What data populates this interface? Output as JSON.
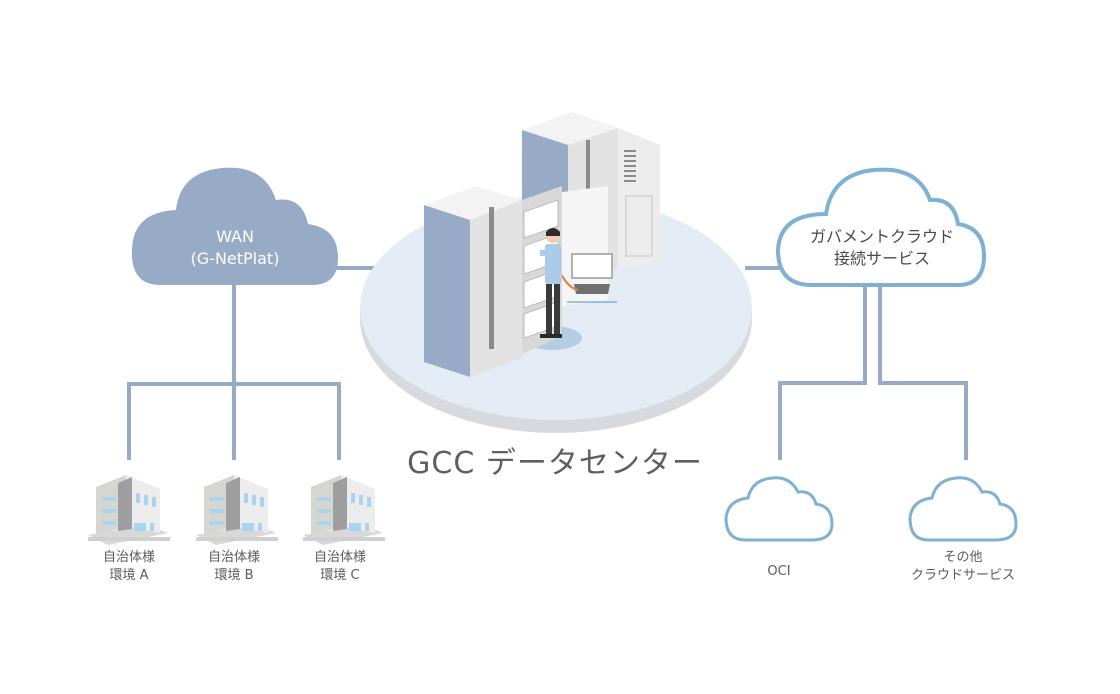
{
  "colors": {
    "line": "#97abc6",
    "wan_cloud_fill": "#97abc6",
    "cloud_outline": "#7fb1d3",
    "platform_top": "#e3ecf5",
    "platform_edge": "#d4d8dd",
    "rack_side": "#97abc6",
    "rack_face": "#e0e0e0",
    "building_glass": "#a9d4f0"
  },
  "wan": {
    "line1": "WAN",
    "line2": "(G-NetPlat)",
    "icon": "cloud-filled-icon"
  },
  "gov_cloud": {
    "line1": "ガバメントクラウド",
    "line2": "接続サービス",
    "icon": "cloud-outline-icon"
  },
  "datacenter": {
    "title": "GCC データセンター",
    "icon": "server-room-icon"
  },
  "municipalities": [
    {
      "line1": "自治体様",
      "line2": "環境 A",
      "icon": "building-icon"
    },
    {
      "line1": "自治体様",
      "line2": "環境 B",
      "icon": "building-icon"
    },
    {
      "line1": "自治体様",
      "line2": "環境 C",
      "icon": "building-icon"
    }
  ],
  "clouds": [
    {
      "line1": "OCI",
      "line2": "",
      "icon": "cloud-outline-icon"
    },
    {
      "line1": "その他",
      "line2": "クラウドサービス",
      "icon": "cloud-outline-icon"
    }
  ]
}
